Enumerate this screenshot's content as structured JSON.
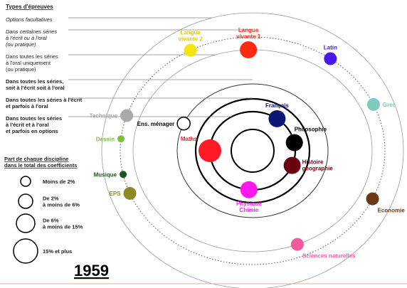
{
  "legend": {
    "title": "Types d'épreuves",
    "types": [
      {
        "lines": [
          "Options facultatives"
        ],
        "style": "italic",
        "ring": "outer"
      },
      {
        "lines": [
          "Dans certaines séries",
          "à l'écrit ou à l'oral",
          "(ou pratique)"
        ],
        "style": "italic",
        "ring": "dotted"
      },
      {
        "lines": [
          "Dans toutes les séries",
          "à l'oral uniquement",
          "(ou pratique)"
        ],
        "style": "normal",
        "ring": "third"
      },
      {
        "lines": [
          "Dans toutes les séries,",
          "soit à l'écrit soit à l'oral"
        ],
        "style": "bold",
        "ring": "fourth"
      },
      {
        "lines": [
          "Dans toutes les séries à l'écrit",
          "et parfois à l'oral"
        ],
        "style": "bold",
        "ring": "fifth"
      },
      {
        "lines": [
          "Dans toutes les séries",
          "à l'écrit et à l'oral",
          "et parfois en options"
        ],
        "style": "bold",
        "ring": "inner"
      }
    ],
    "size_title": [
      "Part de chaque discipline",
      "dans le total des coefficients"
    ],
    "sizes": [
      {
        "lines": [
          "Moins de 2%"
        ]
      },
      {
        "lines": [
          "De 2%",
          "à moins de 6%"
        ]
      },
      {
        "lines": [
          "De 6%",
          "à moins de 15%"
        ]
      },
      {
        "lines": [
          "15% et plus"
        ]
      }
    ]
  },
  "year": "1959",
  "disciplines": [
    {
      "name": "Langue vivante 2",
      "lines": [
        "Langue",
        "vivante 2"
      ],
      "color": "#f2e60e",
      "ring": "dotted",
      "angle": 242,
      "size": 2
    },
    {
      "name": "Langue vivante 1",
      "lines": [
        "Langue",
        "vivante 1"
      ],
      "color": "#ff2a10",
      "ring": "third",
      "angle": 268,
      "size": 3
    },
    {
      "name": "Latin",
      "lines": [
        "Latin"
      ],
      "color": "#4a18e8",
      "ring": "dotted",
      "angle": 306,
      "size": 2
    },
    {
      "name": "Grec",
      "lines": [
        "Grec"
      ],
      "color": "#7fc9bd",
      "ring": "dotted",
      "angle": 336,
      "size": 2
    },
    {
      "name": "Ens. ménager",
      "lines": [
        "Ens. ménager"
      ],
      "color": "#ffffff",
      "ring": "fourth",
      "angle": 204,
      "size": 2
    },
    {
      "name": "Technique",
      "lines": [
        "Technique"
      ],
      "color": "#a9a9a9",
      "ring": "dotted",
      "angle": 198,
      "size": 2
    },
    {
      "name": "Dessin",
      "lines": [
        "Dessin"
      ],
      "color": "#77c43a",
      "ring": "dotted",
      "angle": 186,
      "size": 1
    },
    {
      "name": "Musique",
      "lines": [
        "Musique"
      ],
      "color": "#19561e",
      "ring": "dotted",
      "angle": 168,
      "size": 1
    },
    {
      "name": "EPS",
      "lines": [
        "EPS"
      ],
      "color": "#8c8a24",
      "ring": "dotted",
      "angle": 158,
      "size": 2
    },
    {
      "name": "Français",
      "lines": [
        "Français"
      ],
      "color": "#0c1773",
      "ring": "inner",
      "angle": 305,
      "size": 3
    },
    {
      "name": "Philosophie",
      "lines": [
        "Philosophie"
      ],
      "color": "#000000",
      "ring": "inner",
      "angle": 348,
      "size": 3
    },
    {
      "name": "Maths",
      "lines": [
        "Maths"
      ],
      "color": "#ff1a25",
      "ring": "inner",
      "angle": 180,
      "size": 4
    },
    {
      "name": "Histoire géographie",
      "lines": [
        "Histoire",
        "géographie"
      ],
      "color": "#6b0010",
      "ring": "inner",
      "angle": 22,
      "size": 3
    },
    {
      "name": "Physique Chimie",
      "lines": [
        "Physique",
        "Chimie"
      ],
      "color": "#ff18ee",
      "ring": "inner",
      "angle": 95,
      "size": 3
    },
    {
      "name": "Economie",
      "lines": [
        "Economie"
      ],
      "color": "#6b3a10",
      "ring": "dotted",
      "angle": 25,
      "size": 2
    },
    {
      "name": "Sciences naturelles",
      "lines": [
        "Sciences naturelles"
      ],
      "color": "#f25aa0",
      "ring": "third",
      "angle": 68,
      "size": 2
    }
  ]
}
